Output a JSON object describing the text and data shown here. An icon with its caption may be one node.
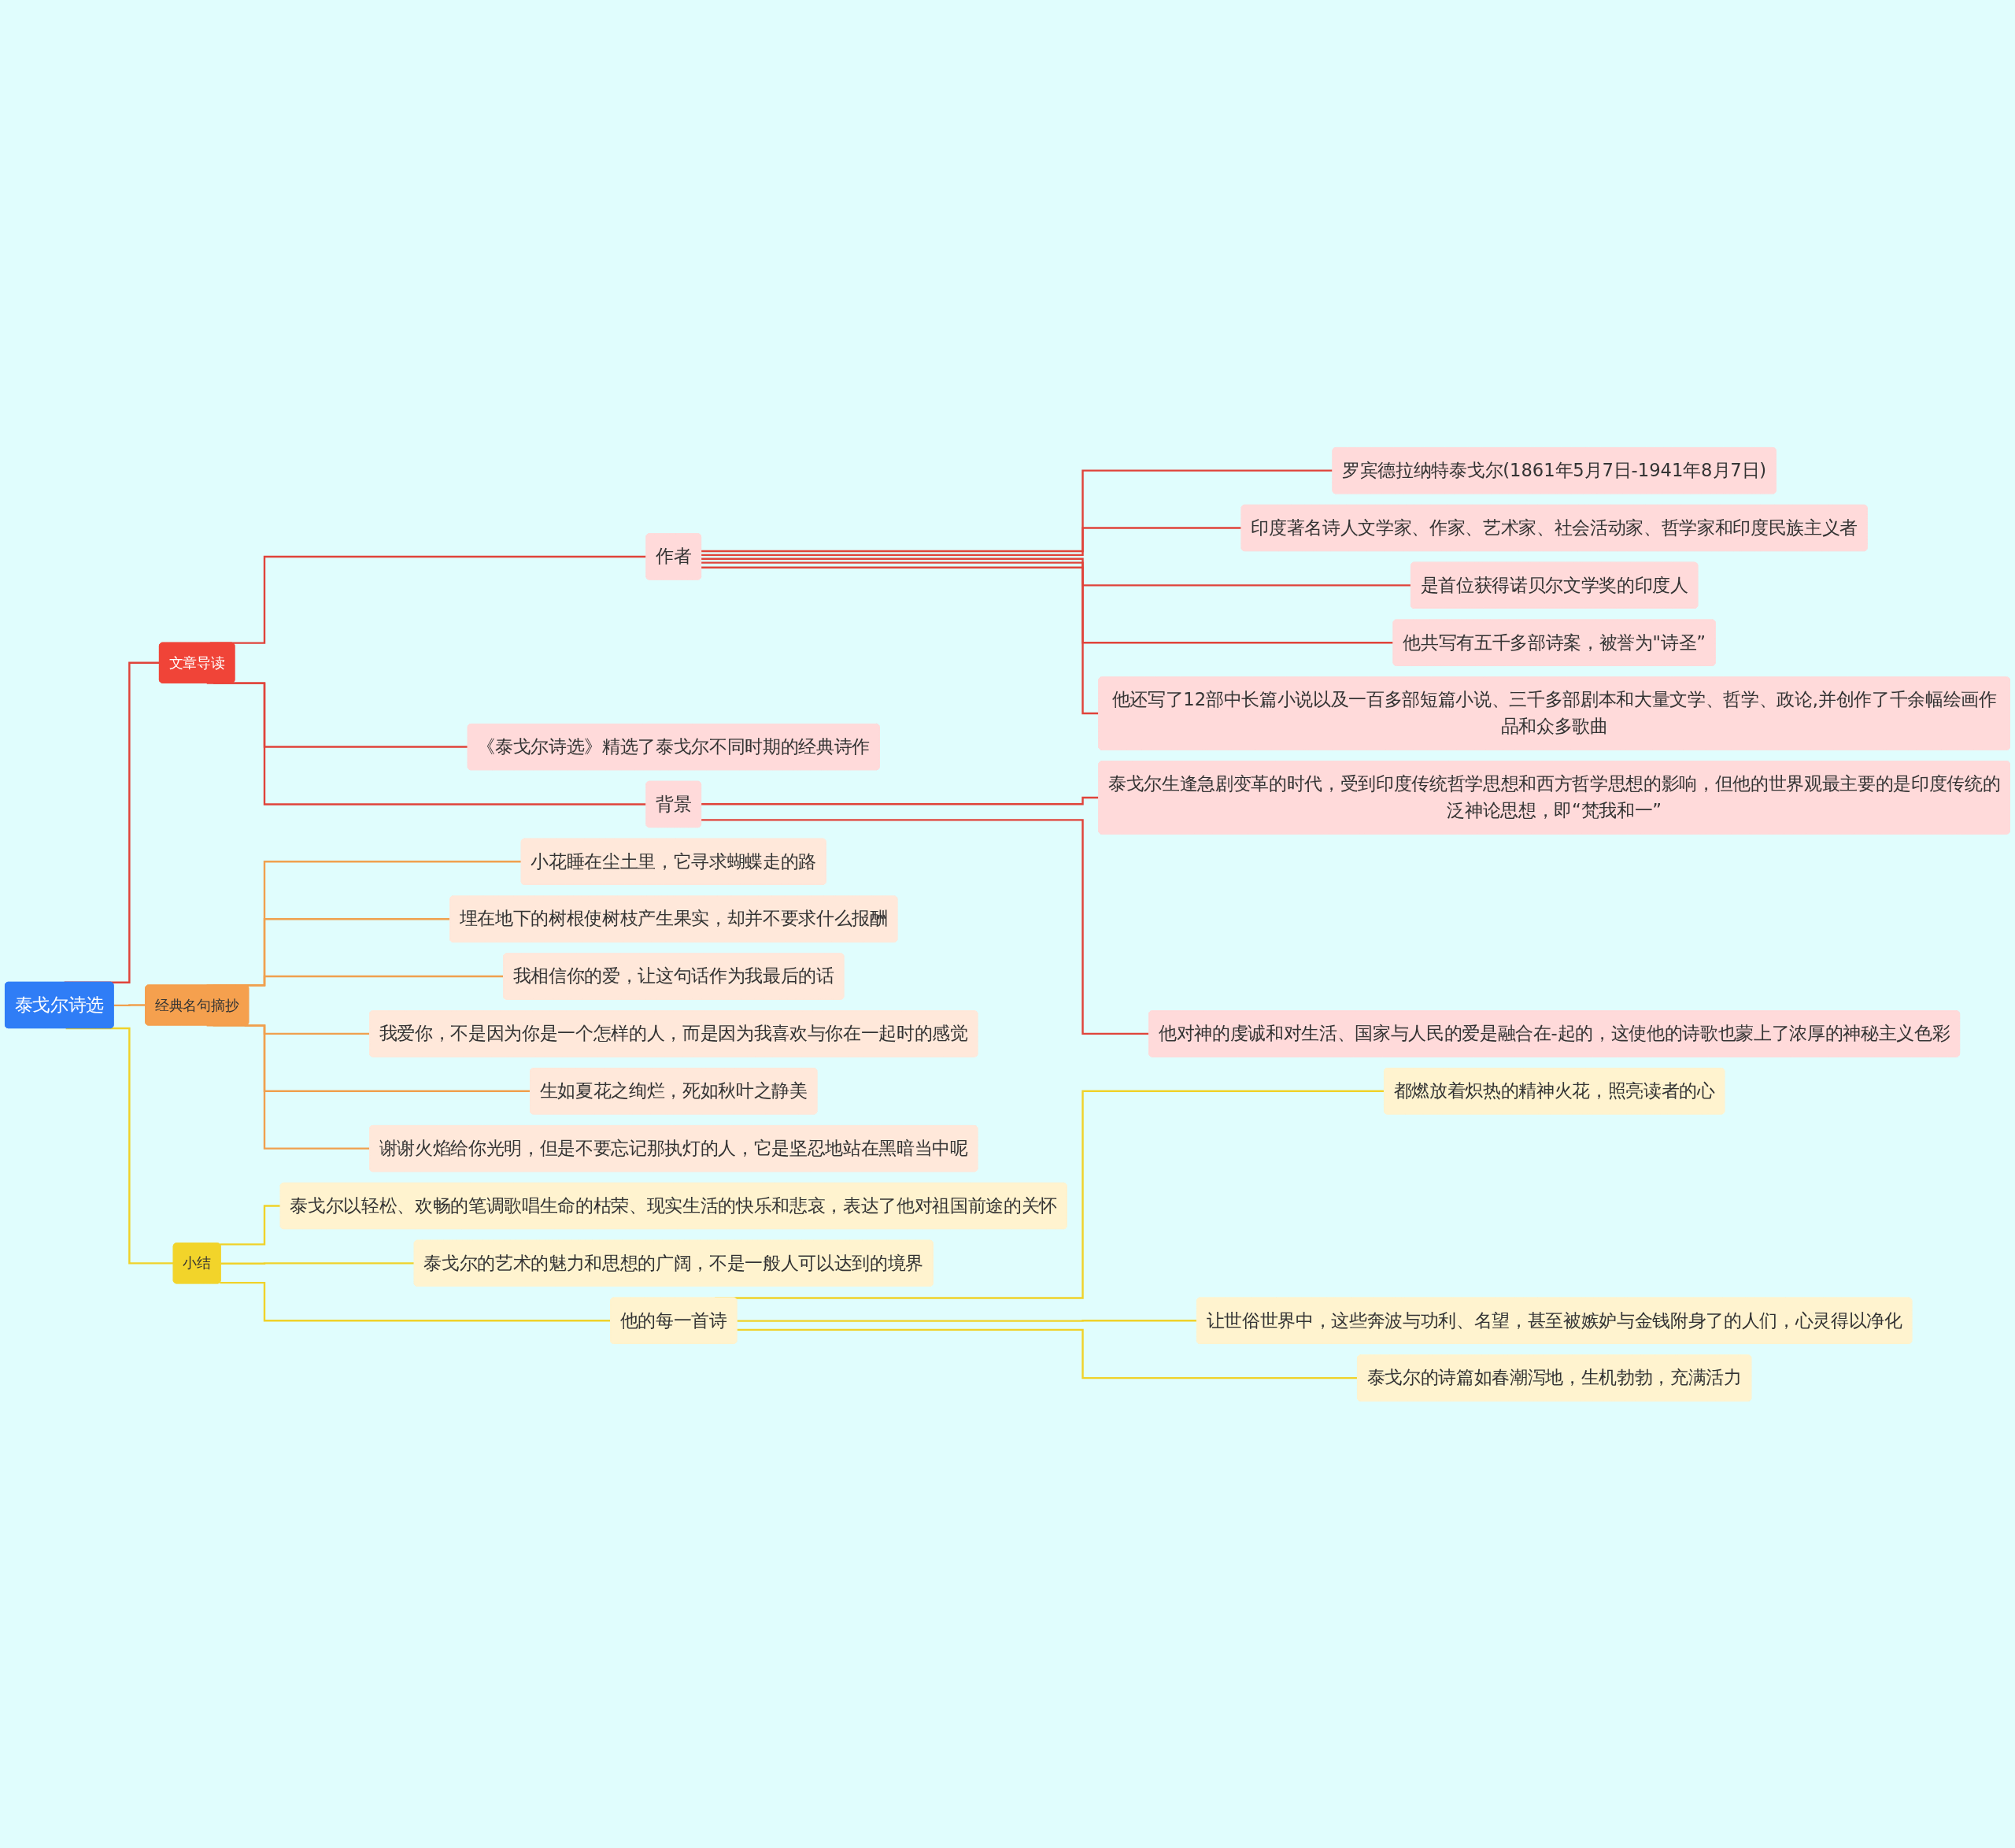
{
  "diagram": {
    "nodes": [
      {
        "text": [
          "泰戈尔诗选"
        ]
      },
      {
        "text": [
          "文章导读"
        ]
      },
      {
        "text": [
          "作者"
        ]
      },
      {
        "text": [
          "罗宾德拉纳特泰戈尔(1861年5月7日-1941年8月7日)"
        ]
      },
      {
        "text": [
          "印度著名诗人文学家、作家、艺术家、社会活动家、哲学家和印度民族主义者"
        ]
      },
      {
        "text": [
          "是首位获得诺贝尔文学奖的印度人"
        ]
      },
      {
        "text": [
          "他共写有五千多部诗案，被誉为\"诗圣”"
        ]
      },
      {
        "text": [
          "他还写了12部中长篇小说以及一百多部短篇小说、三千多部剧本和大量文学、哲学、政论,并创作了千余幅绘画作品和众多歌曲"
        ]
      },
      {
        "text": [
          "《泰戈尔诗选》精选了泰戈尔不同时期的经典诗作"
        ]
      },
      {
        "text": [
          "背景"
        ]
      },
      {
        "text": [
          "泰戈尔生逢急剧变革的时代，受到印度传统哲学思想和西方哲学思想的影响，但他的世界观最主要的是印度传统的泛神论思想，即“梵我和一”"
        ]
      },
      {
        "text": [
          "他对神的虔诚和对生活、国家与人民的爱是融合在-起的，这使他的诗歌也蒙上了浓厚的神秘主义色彩"
        ]
      },
      {
        "text": [
          "经典名句摘抄"
        ]
      },
      {
        "text": [
          "小花睡在尘土里，它寻求蝴蝶走的路"
        ]
      },
      {
        "text": [
          "埋在地下的树根使树枝产生果实，却并不要求什么报酬"
        ]
      },
      {
        "text": [
          "我相信你的爱，让这句话作为我最后的话"
        ]
      },
      {
        "text": [
          "我爱你，不是因为你是一个怎样的人，而是因为我喜欢与你在一起时的感觉"
        ]
      },
      {
        "text": [
          "生如夏花之绚烂，死如秋叶之静美"
        ]
      },
      {
        "text": [
          "谢谢火焰给你光明，但是不要忘记那执灯的人，它是坚忍地站在黑暗当中呢"
        ]
      },
      {
        "text": [
          "小结"
        ]
      },
      {
        "text": [
          "泰戈尔以轻松、欢畅的笔调歌唱生命的枯荣、现实生活的快乐和悲哀，表达了他对祖国前途的关怀"
        ]
      },
      {
        "text": [
          "泰戈尔的艺术的魅力和思想的广阔，不是一般人可以达到的境界"
        ]
      },
      {
        "text": [
          "他的每一首诗"
        ]
      },
      {
        "text": [
          "都燃放着炽热的精神火花，照亮读者的心"
        ]
      },
      {
        "text": [
          "让世俗世界中，这些奔波与功利、名望，甚至被嫉妒与金钱附身了的人们，心灵得以净化"
        ]
      },
      {
        "text": [
          "泰戈尔的诗篇如春潮泻地，生机勃勃，充满活力"
        ]
      }
    ],
    "edges": [
      {
        "from": 0,
        "to": 1,
        "arrow": "none"
      },
      {
        "from": 1,
        "to": 2,
        "arrow": "none"
      },
      {
        "from": 2,
        "to": 3,
        "arrow": "none"
      },
      {
        "from": 2,
        "to": 4,
        "arrow": "none"
      },
      {
        "from": 2,
        "to": 5,
        "arrow": "none"
      },
      {
        "from": 2,
        "to": 6,
        "arrow": "none"
      },
      {
        "from": 2,
        "to": 7,
        "arrow": "none"
      },
      {
        "from": 1,
        "to": 8,
        "arrow": "none"
      },
      {
        "from": 1,
        "to": 9,
        "arrow": "none"
      },
      {
        "from": 9,
        "to": 10,
        "arrow": "none"
      },
      {
        "from": 9,
        "to": 11,
        "arrow": "none"
      },
      {
        "from": 0,
        "to": 12,
        "arrow": "none",
        "color": "#f0a04e"
      },
      {
        "from": 12,
        "to": 13,
        "arrow": "none",
        "color": "#f0a04e"
      },
      {
        "from": 12,
        "to": 14,
        "arrow": "none",
        "color": "#f0a04e"
      },
      {
        "from": 12,
        "to": 15,
        "arrow": "none",
        "color": "#f0a04e"
      },
      {
        "from": 12,
        "to": 16,
        "arrow": "none",
        "color": "#f0a04e"
      },
      {
        "from": 12,
        "to": 17,
        "arrow": "none",
        "color": "#f0a04e"
      },
      {
        "from": 12,
        "to": 18,
        "arrow": "none",
        "color": "#f0a04e"
      },
      {
        "from": 0,
        "to": 19,
        "arrow": "none",
        "color": "#f0d22a"
      },
      {
        "from": 19,
        "to": 20,
        "arrow": "none",
        "color": "#f0d22a"
      },
      {
        "from": 19,
        "to": 21,
        "arrow": "none",
        "color": "#f0d22a"
      },
      {
        "from": 19,
        "to": 22,
        "arrow": "none",
        "color": "#f0d22a"
      },
      {
        "from": 22,
        "to": 23,
        "arrow": "none",
        "color": "#f0d22a"
      },
      {
        "from": 22,
        "to": 24,
        "arrow": "none",
        "color": "#f0d22a"
      },
      {
        "from": 22,
        "to": 25,
        "arrow": "none",
        "color": "#f0d22a"
      }
    ]
  }
}
